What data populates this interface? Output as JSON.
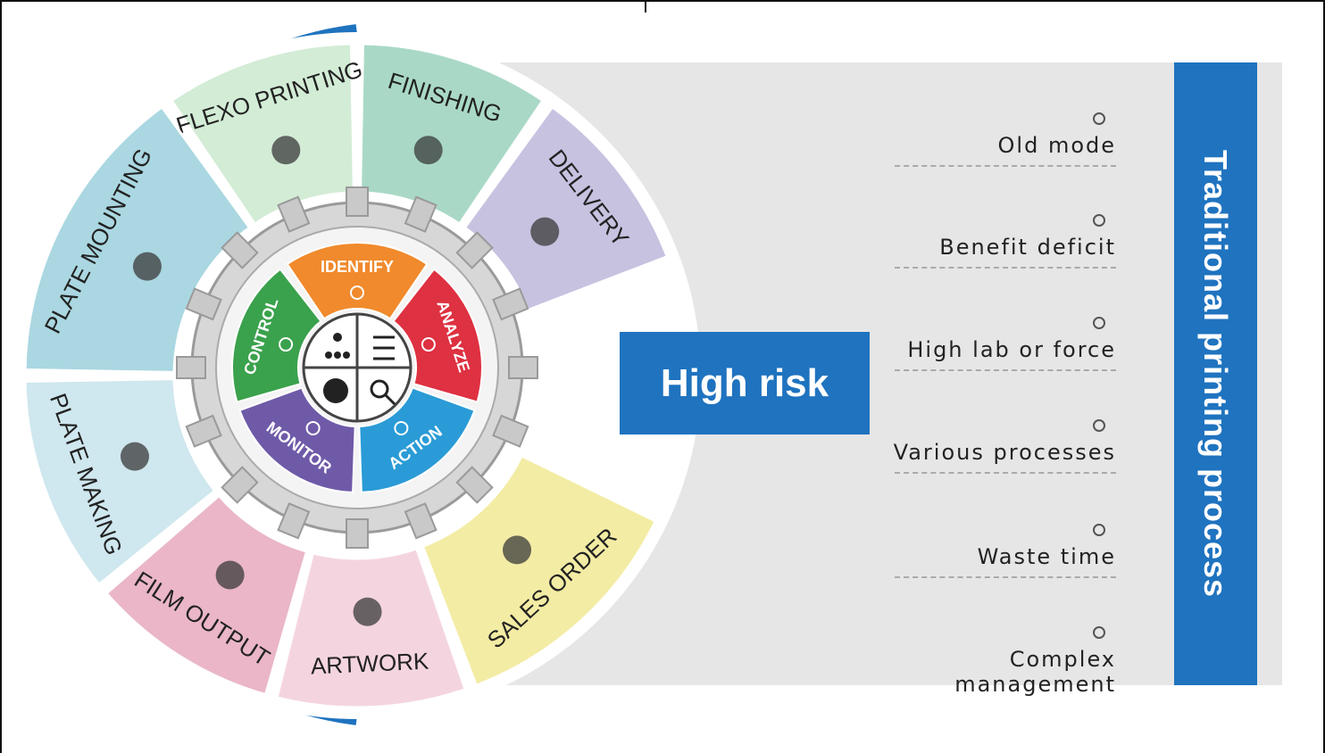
{
  "diagram": {
    "stages": [
      {
        "label": "FLEXO PRINTING",
        "color": "#d3ecd6",
        "icon": "printing-press-icon"
      },
      {
        "label": "FINISHING",
        "color": "#a9d9c6",
        "icon": "pallet-worker-icon"
      },
      {
        "label": "DELIVERY",
        "color": "#c7c2e0",
        "icon": "truck-forklift-icon"
      },
      {
        "label": "SALES ORDER",
        "color": "#f3eca4",
        "icon": "shopping-cart-icon"
      },
      {
        "label": "ARTWORK",
        "color": "#f4d5df",
        "icon": "artist-tools-icon"
      },
      {
        "label": "FILM OUTPUT",
        "color": "#eab6c8",
        "icon": "film-aa-icon"
      },
      {
        "label": "PLATE MAKING",
        "color": "#cfe7ee",
        "icon": "plate-aa-icon"
      },
      {
        "label": "PLATE MOUNTING",
        "color": "#aad7e1",
        "icon": "ruler-pencil-icon"
      }
    ],
    "cycle": [
      {
        "label": "IDENTIFY",
        "color": "#f08a2c"
      },
      {
        "label": "ANALYZE",
        "color": "#de3141"
      },
      {
        "label": "ACTION",
        "color": "#2a9bd6"
      },
      {
        "label": "MONITOR",
        "color": "#6f5aa8"
      },
      {
        "label": "CONTROL",
        "color": "#3aa14c"
      }
    ],
    "accent_color": "#1f73bf"
  },
  "risk": {
    "label": "High risk"
  },
  "sidebar": {
    "title": "Traditional printing process"
  },
  "issues": [
    "Old mode",
    "Benefit deficit",
    "High lab or force",
    "Various processes",
    "Waste time",
    "Complex management"
  ]
}
